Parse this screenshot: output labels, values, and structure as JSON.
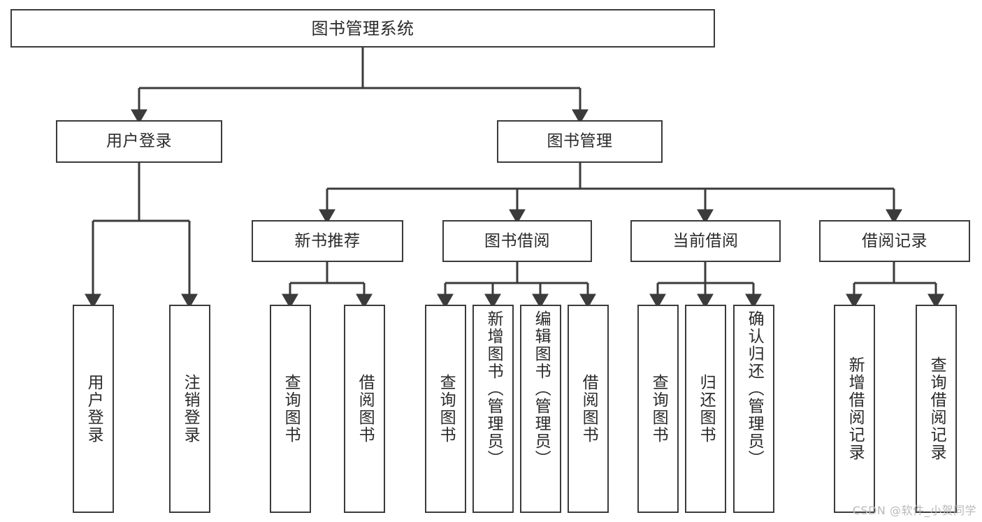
{
  "diagram": {
    "type": "tree-hierarchy-diagram",
    "title": "图书管理系统",
    "root": {
      "id": "root",
      "label": "图书管理系统"
    },
    "level2": [
      {
        "id": "user-login",
        "label": "用户登录"
      },
      {
        "id": "book-manage",
        "label": "图书管理"
      }
    ],
    "level3": [
      {
        "id": "new-book-recommend",
        "label": "新书推荐",
        "parent": "book-manage"
      },
      {
        "id": "book-borrow",
        "label": "图书借阅",
        "parent": "book-manage"
      },
      {
        "id": "current-borrow",
        "label": "当前借阅",
        "parent": "book-manage"
      },
      {
        "id": "borrow-record",
        "label": "借阅记录",
        "parent": "book-manage"
      }
    ],
    "leaves": {
      "user-login": [
        {
          "id": "leaf-user-login",
          "label": "用户登录"
        },
        {
          "id": "leaf-user-logout",
          "label": "注销登录"
        }
      ],
      "new-book-recommend": [
        {
          "id": "leaf-query-book-1",
          "label": "查询图书"
        },
        {
          "id": "leaf-borrow-book-1",
          "label": "借阅图书"
        }
      ],
      "book-borrow": [
        {
          "id": "leaf-query-book-2",
          "label": "查询图书"
        },
        {
          "id": "leaf-add-book-admin",
          "label": "新增图书（管理员）"
        },
        {
          "id": "leaf-edit-book-admin",
          "label": "编辑图书（管理员）"
        },
        {
          "id": "leaf-borrow-book-2",
          "label": "借阅图书"
        }
      ],
      "current-borrow": [
        {
          "id": "leaf-query-book-3",
          "label": "查询图书"
        },
        {
          "id": "leaf-return-book",
          "label": "归还图书"
        },
        {
          "id": "leaf-confirm-return-admin",
          "label": "确认归还（管理员）"
        }
      ],
      "borrow-record": [
        {
          "id": "leaf-add-borrow-record",
          "label": "新增借阅记录"
        },
        {
          "id": "leaf-query-borrow-record",
          "label": "查询借阅记录"
        }
      ]
    },
    "watermark": "CSDN @软件_小贺同学",
    "colors": {
      "border": "#3b3b3b",
      "background": "#ffffff",
      "text": "#2a2a2a",
      "watermark": "#b9b9b9"
    }
  }
}
